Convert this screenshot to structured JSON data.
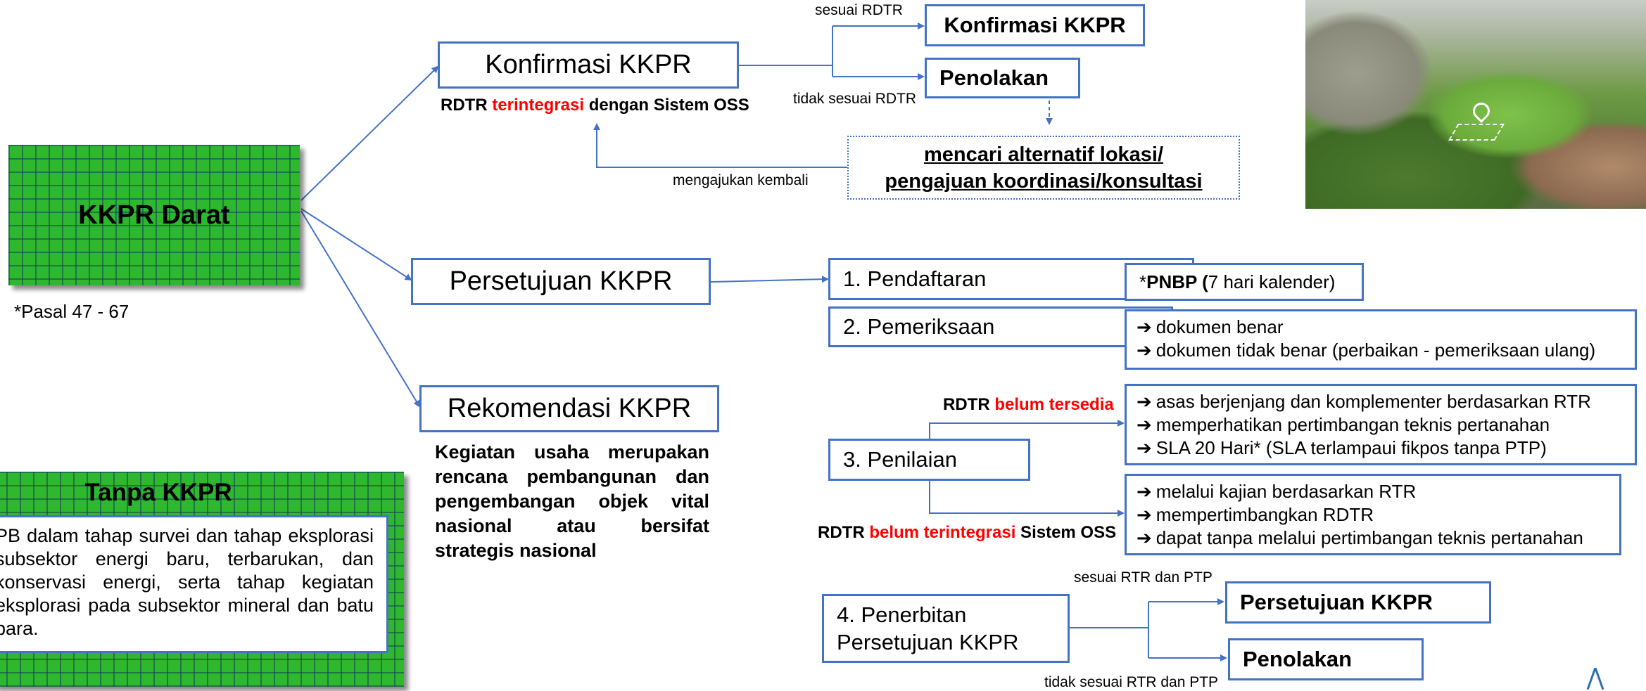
{
  "main_node": {
    "label": "KKPR Darat",
    "note": "*Pasal 47 - 67"
  },
  "konfirmasi": {
    "label": "Konfirmasi KKPR",
    "sub_prefix": "RDTR ",
    "sub_red": "terintegrasi",
    "sub_suffix": " dengan Sistem OSS",
    "branch_yes": "sesuai RDTR",
    "branch_no": "tidak sesuai RDTR",
    "result_yes": "Konfirmasi KKPR",
    "result_no": "Penolakan",
    "alt_line1": "mencari alternatif lokasi/",
    "alt_line2": "pengajuan koordinasi/konsultasi",
    "retry": "mengajukan kembali"
  },
  "persetujuan": {
    "label": "Persetujuan KKPR",
    "steps": {
      "pendaftaran": "1. Pendaftaran",
      "pemeriksaan": "2. Pemeriksaan",
      "penilaian": "3. Penilaian",
      "penerbitan_line1": "4. Penerbitan",
      "penerbitan_line2": "Persetujuan KKPR"
    },
    "pnbp_prefix": "*",
    "pnbp_bold": "PNBP (",
    "pnbp_rest": "7 hari kalender)",
    "pemeriksaan_items": [
      "dokumen benar",
      "dokumen tidak benar (perbaikan - pemeriksaan ulang)"
    ],
    "penilaian_a_prefix": "RDTR ",
    "penilaian_a_red": "belum tersedia",
    "penilaian_a_items": [
      "asas berjenjang dan komplementer berdasarkan RTR",
      "memperhatikan pertimbangan teknis pertanahan",
      "SLA 20 Hari* (SLA terlampaui fikpos tanpa PTP)"
    ],
    "penilaian_b_prefix": "RDTR ",
    "penilaian_b_red": "belum terintegrasi",
    "penilaian_b_suffix": " Sistem OSS",
    "penilaian_b_items": [
      "melalui kajian berdasarkan RTR",
      "mempertimbangkan RDTR",
      "dapat tanpa melalui pertimbangan teknis pertanahan"
    ],
    "penerbitan_yes_label": "sesuai RTR dan PTP",
    "penerbitan_no_label": "tidak sesuai RTR dan PTP",
    "penerbitan_yes": "Persetujuan KKPR",
    "penerbitan_no": "Penolakan"
  },
  "rekomendasi": {
    "label": "Rekomendasi KKPR",
    "description": "Kegiatan usaha merupakan rencana pembangunan dan pengembangan objek vital nasional atau bersifat strategis nasional"
  },
  "tanpa": {
    "title": "Tanpa KKPR",
    "body": "PB dalam tahap survei dan tahap eksplorasi subsektor energi baru, terbarukan, dan konservasi energi, serta tahap kegiatan eksplorasi pada subsektor mineral dan batu bara."
  },
  "arrow_glyph": "➔",
  "colors": {
    "box_border": "#4472c4",
    "accent_red": "#ff0000",
    "grid_green": "#2eb82e"
  }
}
